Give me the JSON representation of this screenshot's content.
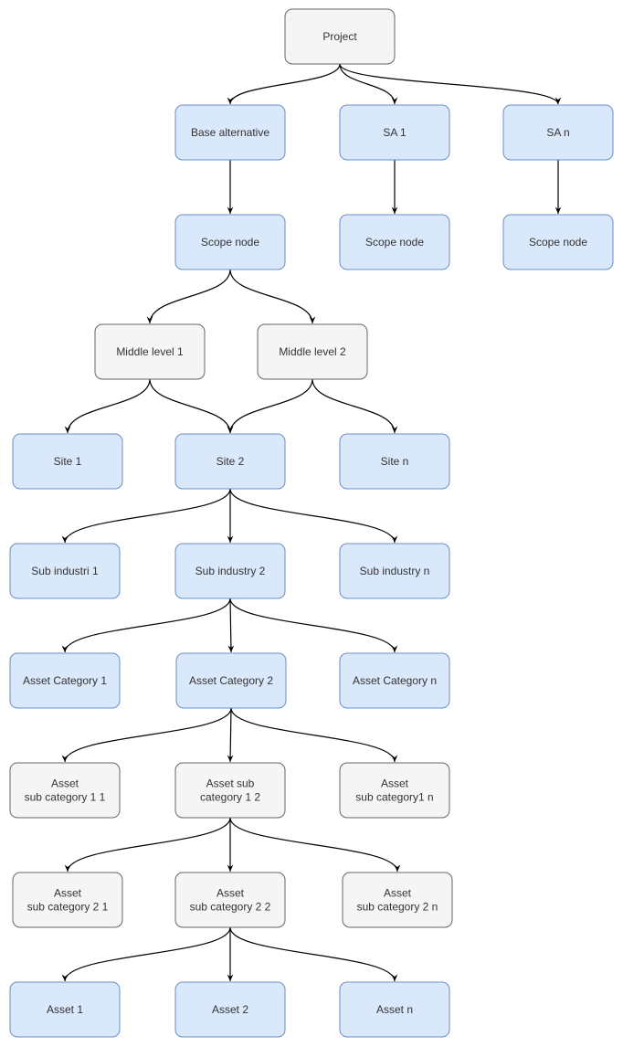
{
  "colors": {
    "blue_fill": "#dae8fc",
    "blue_stroke": "#6c8ebf",
    "gray_fill": "#f5f5f5",
    "gray_stroke": "#666666",
    "edge": "#000000",
    "text": "#333333"
  },
  "nodes": {
    "project": {
      "lines": [
        "Project"
      ],
      "style": "gray"
    },
    "base_alt": {
      "lines": [
        "Base alternative"
      ],
      "style": "blue"
    },
    "sa1": {
      "lines": [
        "SA 1"
      ],
      "style": "blue"
    },
    "san": {
      "lines": [
        "SA n"
      ],
      "style": "blue"
    },
    "scope1": {
      "lines": [
        "Scope node"
      ],
      "style": "blue"
    },
    "scope2": {
      "lines": [
        "Scope node"
      ],
      "style": "blue"
    },
    "scope3": {
      "lines": [
        "Scope node"
      ],
      "style": "blue"
    },
    "mid1": {
      "lines": [
        "Middle level 1"
      ],
      "style": "gray"
    },
    "mid2": {
      "lines": [
        "Middle level 2"
      ],
      "style": "gray"
    },
    "site1": {
      "lines": [
        "Site 1"
      ],
      "style": "blue"
    },
    "site2": {
      "lines": [
        "Site 2"
      ],
      "style": "blue"
    },
    "siten": {
      "lines": [
        "Site n"
      ],
      "style": "blue"
    },
    "subind1": {
      "lines": [
        "Sub industri 1"
      ],
      "style": "blue"
    },
    "subind2": {
      "lines": [
        "Sub industry 2"
      ],
      "style": "blue"
    },
    "subindn": {
      "lines": [
        "Sub industry n"
      ],
      "style": "blue"
    },
    "cat1": {
      "lines": [
        "Asset Category 1"
      ],
      "style": "blue"
    },
    "cat2": {
      "lines": [
        "Asset Category 2"
      ],
      "style": "blue"
    },
    "catn": {
      "lines": [
        "Asset Category n"
      ],
      "style": "blue"
    },
    "sub11": {
      "lines": [
        "Asset",
        "sub category 1 1"
      ],
      "style": "gray"
    },
    "sub12": {
      "lines": [
        "Asset sub",
        "category 1 2"
      ],
      "style": "gray"
    },
    "sub1n": {
      "lines": [
        "Asset",
        "sub category1 n"
      ],
      "style": "gray"
    },
    "sub21": {
      "lines": [
        "Asset",
        "sub category 2 1"
      ],
      "style": "gray"
    },
    "sub22": {
      "lines": [
        "Asset",
        "sub category 2 2"
      ],
      "style": "gray"
    },
    "sub2n": {
      "lines": [
        "Asset",
        "sub category 2 n"
      ],
      "style": "gray"
    },
    "asset1": {
      "lines": [
        "Asset 1"
      ],
      "style": "blue"
    },
    "asset2": {
      "lines": [
        "Asset 2"
      ],
      "style": "blue"
    },
    "assetn": {
      "lines": [
        "Asset n"
      ],
      "style": "blue"
    }
  },
  "edges": [
    [
      "project",
      "base_alt"
    ],
    [
      "project",
      "sa1"
    ],
    [
      "project",
      "san"
    ],
    [
      "base_alt",
      "scope1"
    ],
    [
      "sa1",
      "scope2"
    ],
    [
      "san",
      "scope3"
    ],
    [
      "scope1",
      "mid1"
    ],
    [
      "scope1",
      "mid2"
    ],
    [
      "mid1",
      "site1"
    ],
    [
      "mid1",
      "site2"
    ],
    [
      "mid2",
      "site2"
    ],
    [
      "mid2",
      "siten"
    ],
    [
      "site2",
      "subind1"
    ],
    [
      "site2",
      "subind2"
    ],
    [
      "site2",
      "subindn"
    ],
    [
      "subind2",
      "cat1"
    ],
    [
      "subind2",
      "cat2"
    ],
    [
      "subind2",
      "catn"
    ],
    [
      "cat2",
      "sub11"
    ],
    [
      "cat2",
      "sub12"
    ],
    [
      "cat2",
      "sub1n"
    ],
    [
      "sub12",
      "sub21"
    ],
    [
      "sub12",
      "sub22"
    ],
    [
      "sub12",
      "sub2n"
    ],
    [
      "sub22",
      "asset1"
    ],
    [
      "sub22",
      "asset2"
    ],
    [
      "sub22",
      "assetn"
    ]
  ]
}
